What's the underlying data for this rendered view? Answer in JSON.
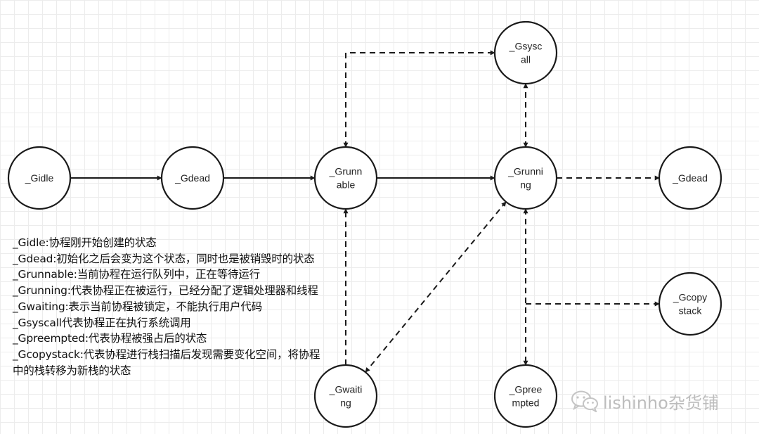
{
  "nodes": [
    {
      "id": "gidle",
      "name": "node-gidle",
      "lines": [
        "_Gidle"
      ]
    },
    {
      "id": "gdead1",
      "name": "node-gdead-1",
      "lines": [
        "_Gdead"
      ]
    },
    {
      "id": "grunnable",
      "name": "node-grunnable",
      "lines": [
        "_Grunn",
        "able"
      ]
    },
    {
      "id": "gsyscall",
      "name": "node-gsyscall",
      "lines": [
        "_Gsysc",
        "all"
      ]
    },
    {
      "id": "grunning",
      "name": "node-grunning",
      "lines": [
        "_Grunni",
        "ng"
      ]
    },
    {
      "id": "gdead2",
      "name": "node-gdead-2",
      "lines": [
        "_Gdead"
      ]
    },
    {
      "id": "gcopystack",
      "name": "node-gcopystack",
      "lines": [
        "_Gcopy",
        "stack"
      ]
    },
    {
      "id": "gwaiting",
      "name": "node-gwaiting",
      "lines": [
        "_Gwaiti",
        "ng"
      ]
    },
    {
      "id": "gpreempted",
      "name": "node-gpreempted",
      "lines": [
        "_Gpree",
        "mpted"
      ]
    }
  ],
  "edges": [
    {
      "from": "gidle",
      "to": "gdead1",
      "style": "solid",
      "arrows": "end"
    },
    {
      "from": "gdead1",
      "to": "grunnable",
      "style": "solid",
      "arrows": "end"
    },
    {
      "from": "grunnable",
      "to": "grunning",
      "style": "solid",
      "arrows": "end"
    },
    {
      "from": "grunnable",
      "to": "gsyscall",
      "style": "dashed",
      "arrows": "both",
      "route": "elbow"
    },
    {
      "from": "grunning",
      "to": "gsyscall",
      "style": "dashed",
      "arrows": "both"
    },
    {
      "from": "grunning",
      "to": "gdead2",
      "style": "dashed",
      "arrows": "end"
    },
    {
      "from": "grunning",
      "to": "gwaiting",
      "style": "dashed",
      "arrows": "both"
    },
    {
      "from": "gwaiting",
      "to": "grunnable",
      "style": "dashed",
      "arrows": "end"
    },
    {
      "from": "grunning",
      "to": "gpreempted",
      "style": "dashed",
      "arrows": "both"
    },
    {
      "from": "grunning",
      "to": "gcopystack",
      "style": "dashed",
      "arrows": "end",
      "route": "branch"
    }
  ],
  "legend": [
    "_Gidle:协程刚开始创建的状态",
    "_Gdead:初始化之后会变为这个状态，同时也是被销毁时的状态",
    "_Grunnable:当前协程在运行队列中，正在等待运行",
    "_Grunning:代表协程正在被运行，已经分配了逻辑处理器和线程",
    "_Gwaiting:表示当前协程被锁定，不能执行用户代码",
    "_Gsyscall代表协程正在执行系统调用",
    "_Gpreempted:代表协程被强占后的状态",
    "_Gcopystack:代表协程进行栈扫描后发现需要变化空间，将协程中的栈转移为新栈的状态"
  ],
  "watermark": {
    "text": "lishinho杂货铺",
    "icon": "wechat-icon"
  },
  "colors": {
    "stroke": "#1a1a1a",
    "watermark": "#bdbdbd"
  }
}
